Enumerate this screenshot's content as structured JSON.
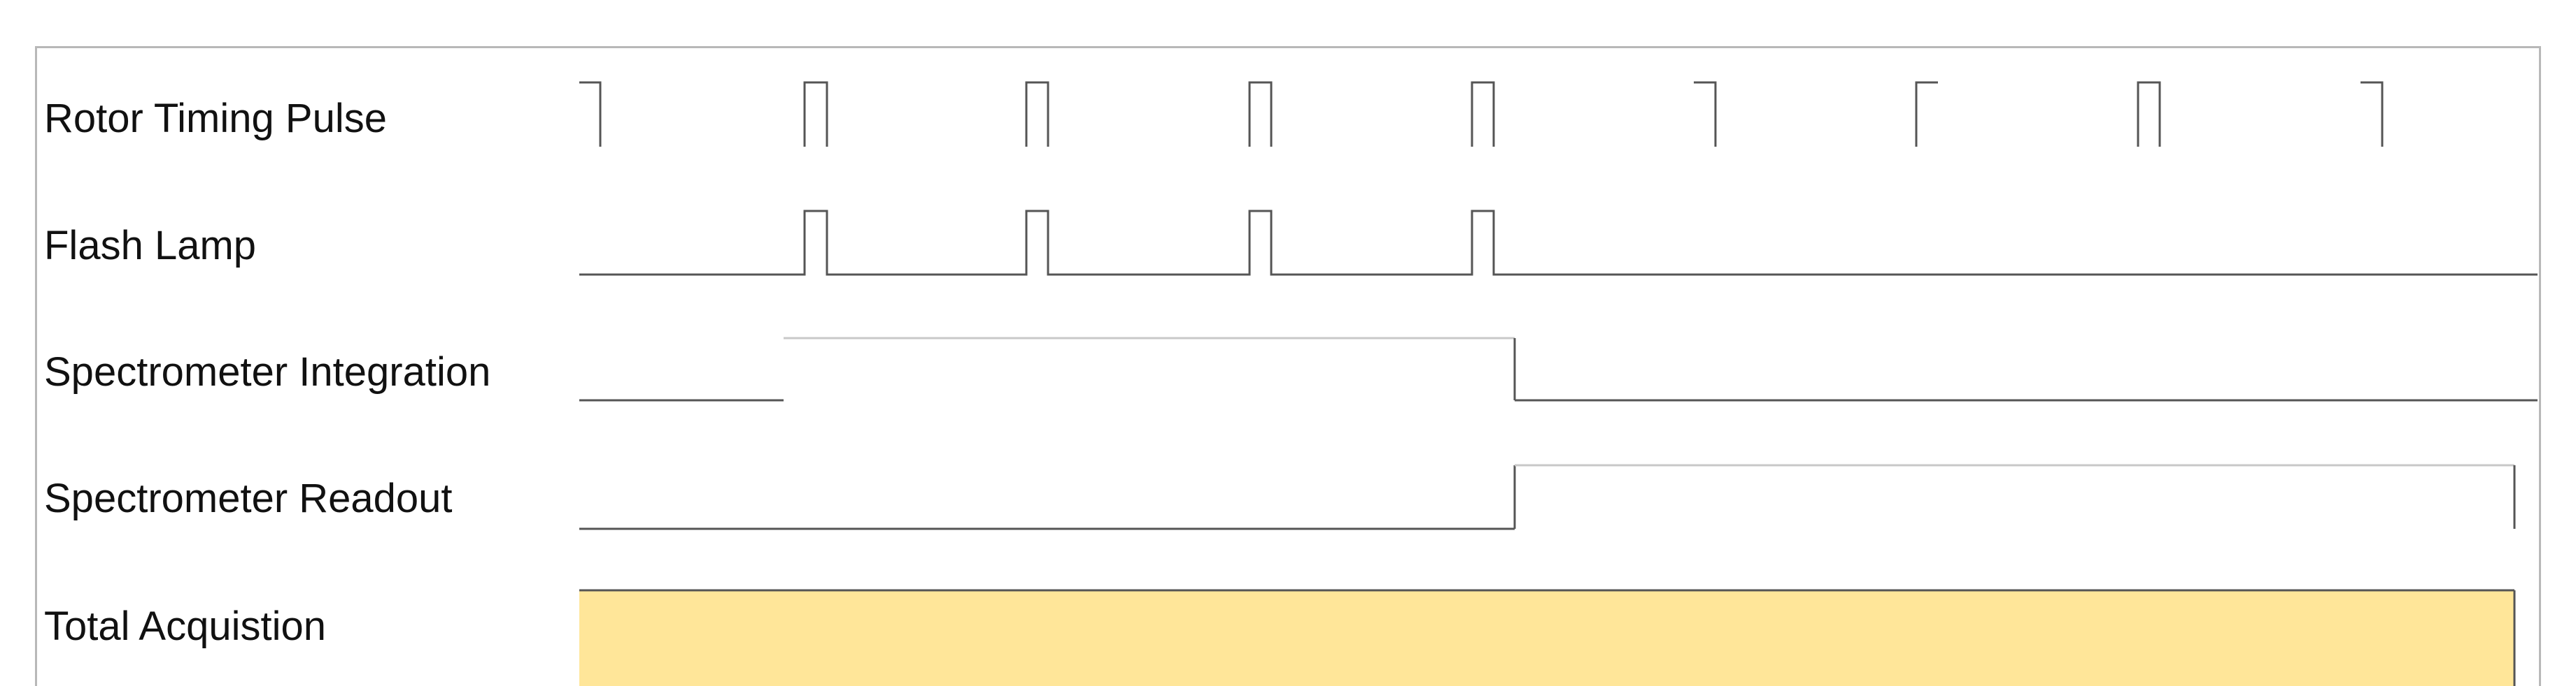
{
  "signals": [
    {
      "key": "rotor",
      "label": "Rotor Timing Pulse"
    },
    {
      "key": "flash",
      "label": "Flash Lamp"
    },
    {
      "key": "integration",
      "label": "Spectrometer Integration"
    },
    {
      "key": "readout",
      "label": "Spectrometer Readout"
    },
    {
      "key": "total",
      "label": "Total Acquistion"
    }
  ],
  "colors": {
    "trace": "#555555",
    "high_segment": "#c8c8c8",
    "total_fill": "#ffe699",
    "frame": "#b8b8b8"
  }
}
